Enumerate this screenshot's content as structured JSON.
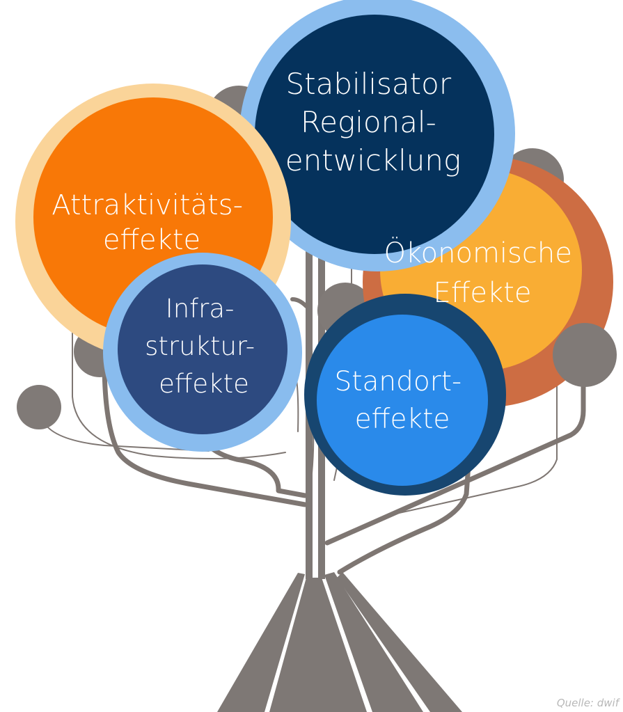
{
  "bubbles": {
    "stabilisator": {
      "lines": [
        "Stabilisator",
        "Regional-",
        "entwicklung"
      ]
    },
    "attraktivitaet": {
      "lines": [
        "Attraktivitäts-",
        "effekte"
      ]
    },
    "infrastruktur": {
      "lines": [
        "Infra-",
        "struktur-",
        "effekte"
      ]
    },
    "oekonomisch": {
      "lines": [
        "Ökonomische",
        "Effekte"
      ]
    },
    "standort": {
      "lines": [
        "Standort-",
        "effekte"
      ]
    }
  },
  "source": "Quelle: dwif",
  "colors": {
    "trunk": "#7e7875",
    "branch": "#7e7672",
    "leaf_gray": "#807a77",
    "stabilisator": "#05325c",
    "stabilisator_ring": "#8bbdee",
    "attraktivitaet": "#f87807",
    "attraktivitaet_ring": "#fad499",
    "infrastruktur": "#2d4a80",
    "infrastruktur_ring": "#89bcee",
    "oekonomisch": "#f9ad34",
    "oekonomisch_ring": "#cd6d43",
    "standort": "#2a8aea",
    "standort_ring": "#174670"
  }
}
